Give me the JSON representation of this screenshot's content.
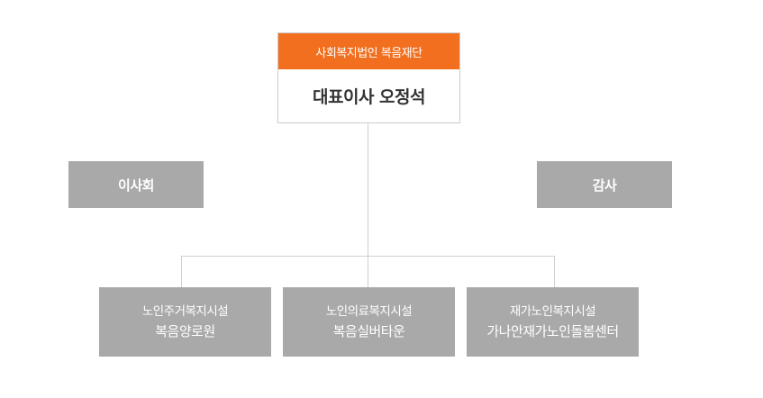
{
  "foundation": {
    "header": "사회복지법인 복음재단",
    "name": "대표이사 오정석"
  },
  "side_nodes": {
    "board": "이사회",
    "audit": "감사"
  },
  "facilities": [
    {
      "category": "노인주거복지시설",
      "name": "복음양로원"
    },
    {
      "category": "노인의료복지시설",
      "name": "복음실버타운"
    },
    {
      "category": "재가노인복지시설",
      "name": "가나안재가노인돌봄센터"
    }
  ],
  "colors": {
    "accent": "#f26f1f",
    "node_gray": "#a9a9a9",
    "line": "#cfcfcf"
  }
}
